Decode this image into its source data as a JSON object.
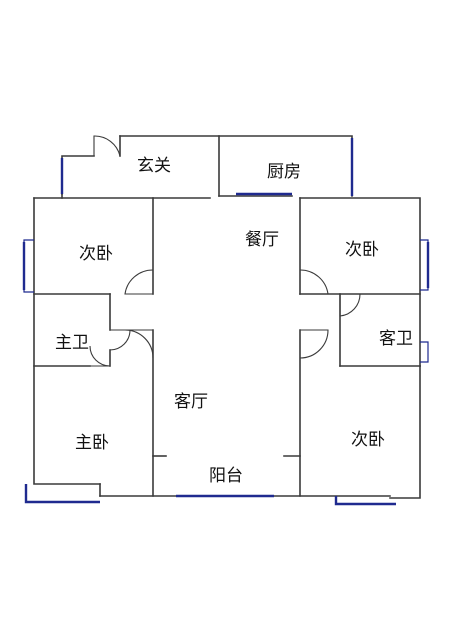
{
  "floorplan": {
    "rooms": {
      "entrance": "玄关",
      "kitchen": "厨房",
      "dining": "餐厅",
      "second_bedroom_left": "次卧",
      "second_bedroom_right_top": "次卧",
      "master_bath": "主卫",
      "guest_bath": "客卫",
      "living": "客厅",
      "master_bedroom": "主卧",
      "second_bedroom_right_bottom": "次卧",
      "balcony": "阳台"
    },
    "colors": {
      "wall": "#3a3a3a",
      "window": "#1f2a8f",
      "background": "#ffffff"
    }
  }
}
